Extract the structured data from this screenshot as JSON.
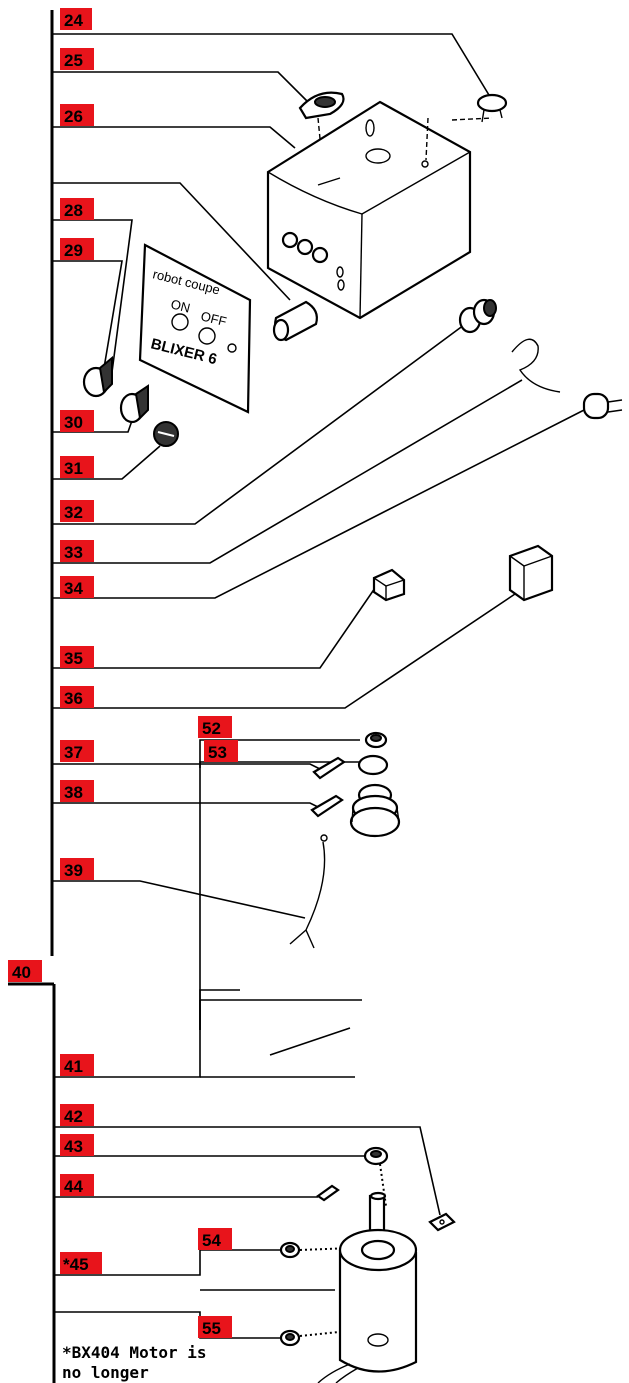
{
  "callouts": [
    {
      "id": "c24",
      "label": "24"
    },
    {
      "id": "c25",
      "label": "25"
    },
    {
      "id": "c26",
      "label": "26"
    },
    {
      "id": "c28",
      "label": "28"
    },
    {
      "id": "c29",
      "label": "29"
    },
    {
      "id": "c30",
      "label": "30"
    },
    {
      "id": "c31",
      "label": "31"
    },
    {
      "id": "c32",
      "label": "32"
    },
    {
      "id": "c33",
      "label": "33"
    },
    {
      "id": "c34",
      "label": "34"
    },
    {
      "id": "c35",
      "label": "35"
    },
    {
      "id": "c36",
      "label": "36"
    },
    {
      "id": "c37",
      "label": "37"
    },
    {
      "id": "c38",
      "label": "38"
    },
    {
      "id": "c39",
      "label": "39"
    },
    {
      "id": "c40",
      "label": "40"
    },
    {
      "id": "c52",
      "label": "52"
    },
    {
      "id": "c53",
      "label": "53"
    },
    {
      "id": "c41",
      "label": "41"
    },
    {
      "id": "c42",
      "label": "42"
    },
    {
      "id": "c43",
      "label": "43"
    },
    {
      "id": "c44",
      "label": "44"
    },
    {
      "id": "c45",
      "label": "*45"
    },
    {
      "id": "c54",
      "label": "54"
    },
    {
      "id": "c55",
      "label": "55"
    }
  ],
  "panel": {
    "brand": "robot coupe",
    "on": "ON",
    "off": "OFF",
    "model": "BLIXER 6"
  },
  "note": "*BX404 Motor is\nno longer",
  "colors": {
    "label_box": "#e8141b",
    "line": "#000000",
    "background": "#ffffff"
  }
}
